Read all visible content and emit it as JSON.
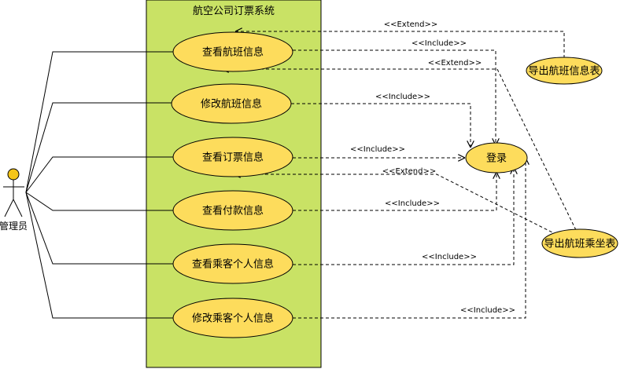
{
  "system": {
    "title": "航空公司订票系统",
    "fill": "#c9e265"
  },
  "actor": {
    "label": "管理员",
    "head_color": "#f5c518"
  },
  "use_cases": {
    "view_flight": "查看航班信息",
    "edit_flight": "修改航班信息",
    "view_booking": "查看订票信息",
    "view_payment": "查看付款信息",
    "view_passenger": "查看乘客个人信息",
    "edit_passenger": "修改乘客个人信息",
    "login": "登录",
    "export_flight_table": "导出航班信息表",
    "export_seat_table": "导出航班乘坐表"
  },
  "relations": {
    "extend_1": "<<Extend>>",
    "include_1": "<<Include>>",
    "extend_2": "<<Extend>>",
    "include_2": "<<Include>>",
    "include_3": "<<Include>>",
    "extend_3": "<<Extend>>",
    "include_4": "<<Include>>",
    "include_5": "<<Include>>",
    "include_6": "<<Include>>"
  },
  "colors": {
    "use_case_fill": "#fddc5c",
    "stroke": "#000000"
  }
}
